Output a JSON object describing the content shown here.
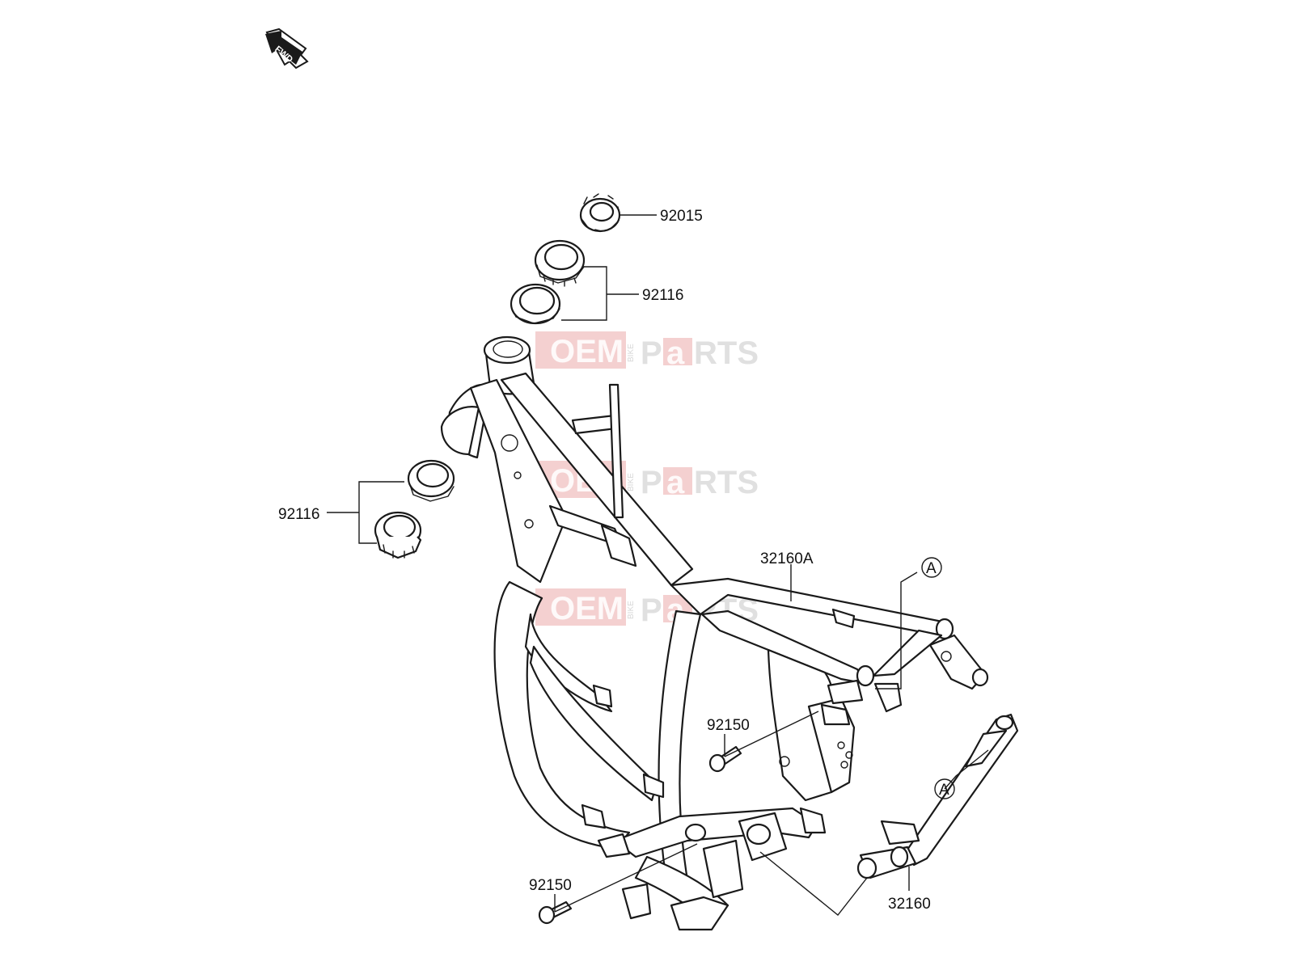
{
  "direction_arrow": {
    "text": "FWD",
    "icon": "fwd-arrow-icon"
  },
  "callouts": [
    {
      "id": "92015",
      "label": "92015"
    },
    {
      "id": "92116-a",
      "label": "92116"
    },
    {
      "id": "92116-b",
      "label": "92116"
    },
    {
      "id": "32160A",
      "label": "32160A"
    },
    {
      "id": "ref-a-1",
      "label": "A"
    },
    {
      "id": "92150-a",
      "label": "92150"
    },
    {
      "id": "ref-a-2",
      "label": "A"
    },
    {
      "id": "92150-b",
      "label": "92150"
    },
    {
      "id": "32160",
      "label": "32160"
    }
  ],
  "watermark": {
    "brand_left": "OEM",
    "brand_small": "BIKE",
    "brand_right_1": "P",
    "brand_right_2": "a",
    "brand_right_3": "RTS"
  }
}
